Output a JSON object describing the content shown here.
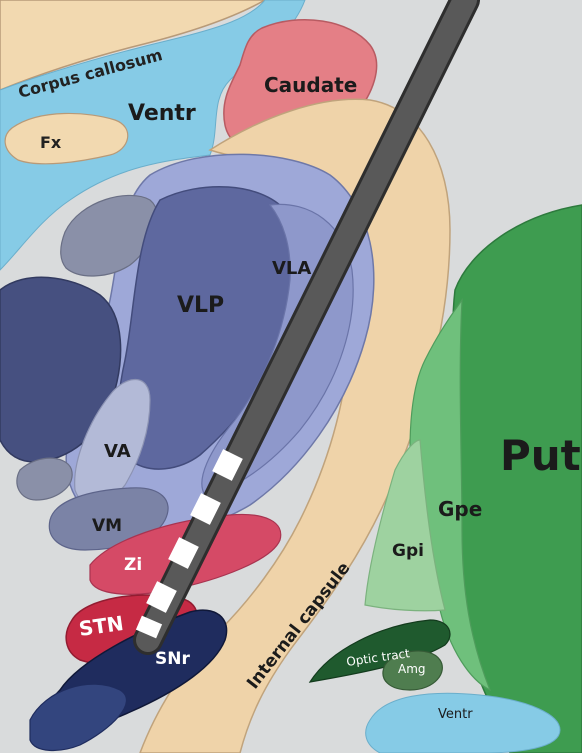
{
  "diagram": {
    "labels": {
      "corpus_callosum": "Corpus callosum",
      "ventr_top": "Ventr",
      "fx": "Fx",
      "caudate": "Caudate",
      "vla": "VLA",
      "vlp": "VLP",
      "va": "VA",
      "vm": "VM",
      "zi": "Zi",
      "stn": "STN",
      "snr": "SNr",
      "internal_capsule": "Internal capsule",
      "gpi": "Gpi",
      "gpe": "Gpe",
      "put": "Put",
      "optic_tract": "Optic tract",
      "amg": "Amg",
      "ventr_bottom": "Ventr"
    },
    "colors": {
      "background": "#d9dbdc",
      "corpus_callosum": "#f2d9b0",
      "ventricle": "#86cbe6",
      "caudate": "#e47f86",
      "internal_capsule": "#efd3a9",
      "thalamus_outer": "#9ea8d8",
      "vlp": "#5e689f",
      "vla": "#8e98cb",
      "va": "#b3bad7",
      "vm": "#7b83a6",
      "dark_nucleus": "#465080",
      "zi": "#d54a66",
      "stn": "#c62a44",
      "snr": "#1f2c5e",
      "gpi": "#9ed2a0",
      "gpe": "#6fc07c",
      "put": "#3e9c50",
      "optic_tract": "#1f5a2e",
      "amg": "#4f7d4f",
      "electrode": "#4a4a4a"
    }
  }
}
